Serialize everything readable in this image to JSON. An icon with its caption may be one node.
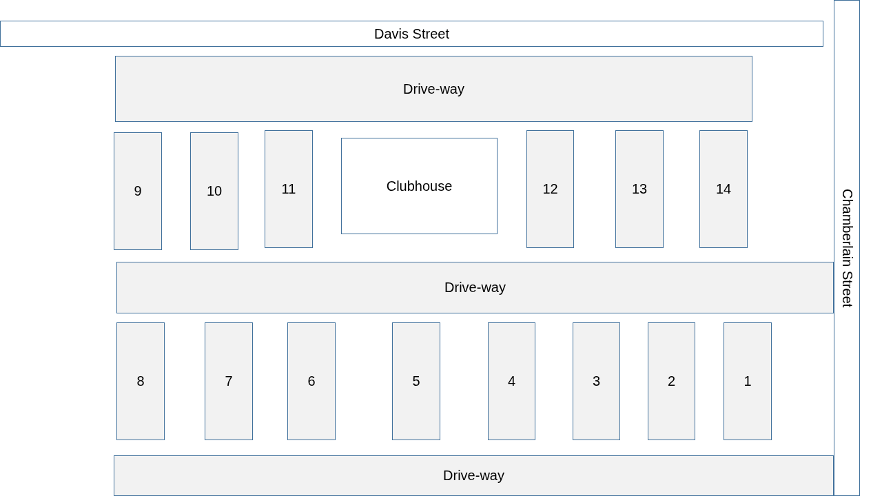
{
  "diagram": {
    "nodes": [
      {
        "text": [
          "Davis Street"
        ]
      },
      {
        "text": [
          "Chamberlain Street"
        ]
      },
      {
        "text": [
          "Drive-way"
        ]
      },
      {
        "text": [
          "9"
        ]
      },
      {
        "text": [
          "10"
        ]
      },
      {
        "text": [
          "11"
        ]
      },
      {
        "text": [
          "Clubhouse"
        ]
      },
      {
        "text": [
          "12"
        ]
      },
      {
        "text": [
          "13"
        ]
      },
      {
        "text": [
          "14"
        ]
      },
      {
        "text": [
          "Drive-way"
        ]
      },
      {
        "text": [
          "8"
        ]
      },
      {
        "text": [
          "7"
        ]
      },
      {
        "text": [
          "6"
        ]
      },
      {
        "text": [
          "5"
        ]
      },
      {
        "text": [
          "4"
        ]
      },
      {
        "text": [
          "3"
        ]
      },
      {
        "text": [
          "2"
        ]
      },
      {
        "text": [
          "1"
        ]
      },
      {
        "text": [
          "Drive-way"
        ]
      }
    ]
  }
}
